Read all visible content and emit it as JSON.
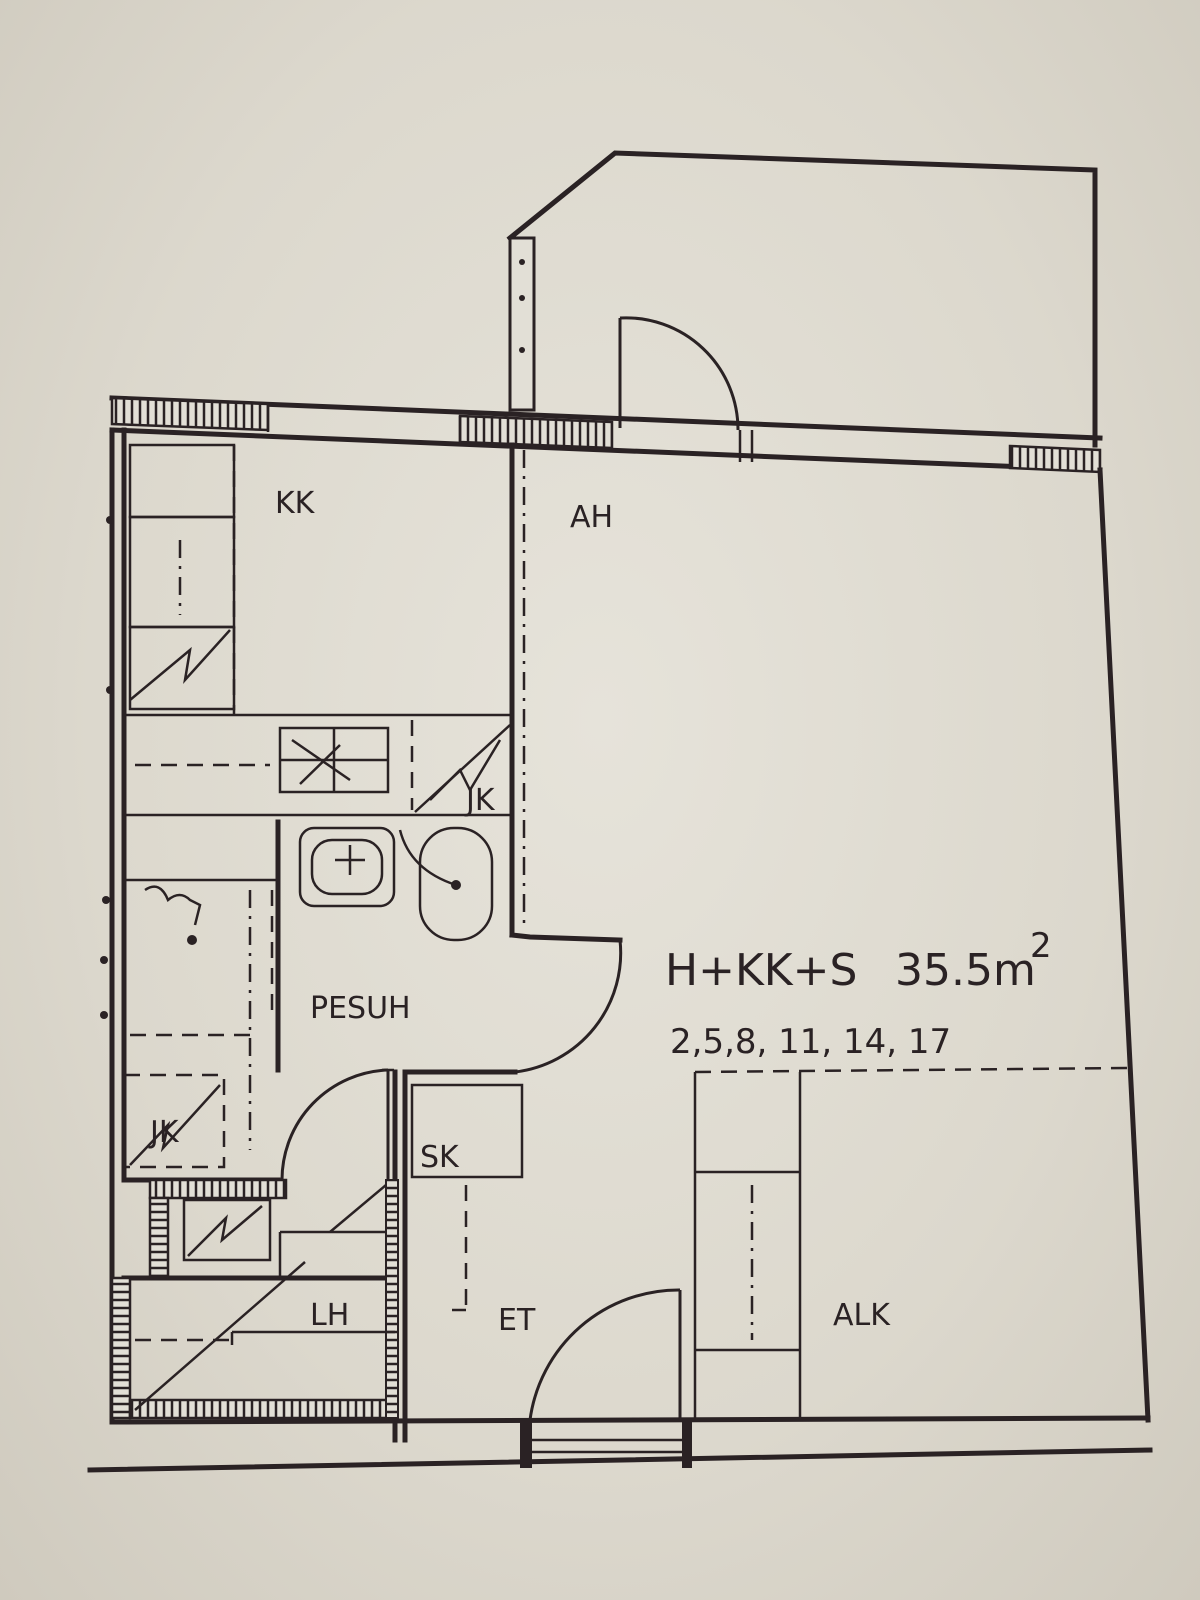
{
  "rooms": {
    "kk": "KK",
    "ah": "AH",
    "jk1": "JK",
    "pesuh": "PESUH",
    "jk2": "JK",
    "sk": "SK",
    "lh": "LH",
    "et": "ET",
    "alk": "ALK"
  },
  "apartment": {
    "type": "H+KK+S",
    "area_value": "35.5",
    "area_unit": "m",
    "area_exp": "2",
    "numbers": "2,5,8, 11, 14, 17"
  },
  "colors": {
    "ink": "#2a2224",
    "paper": "#e2dfd6"
  }
}
